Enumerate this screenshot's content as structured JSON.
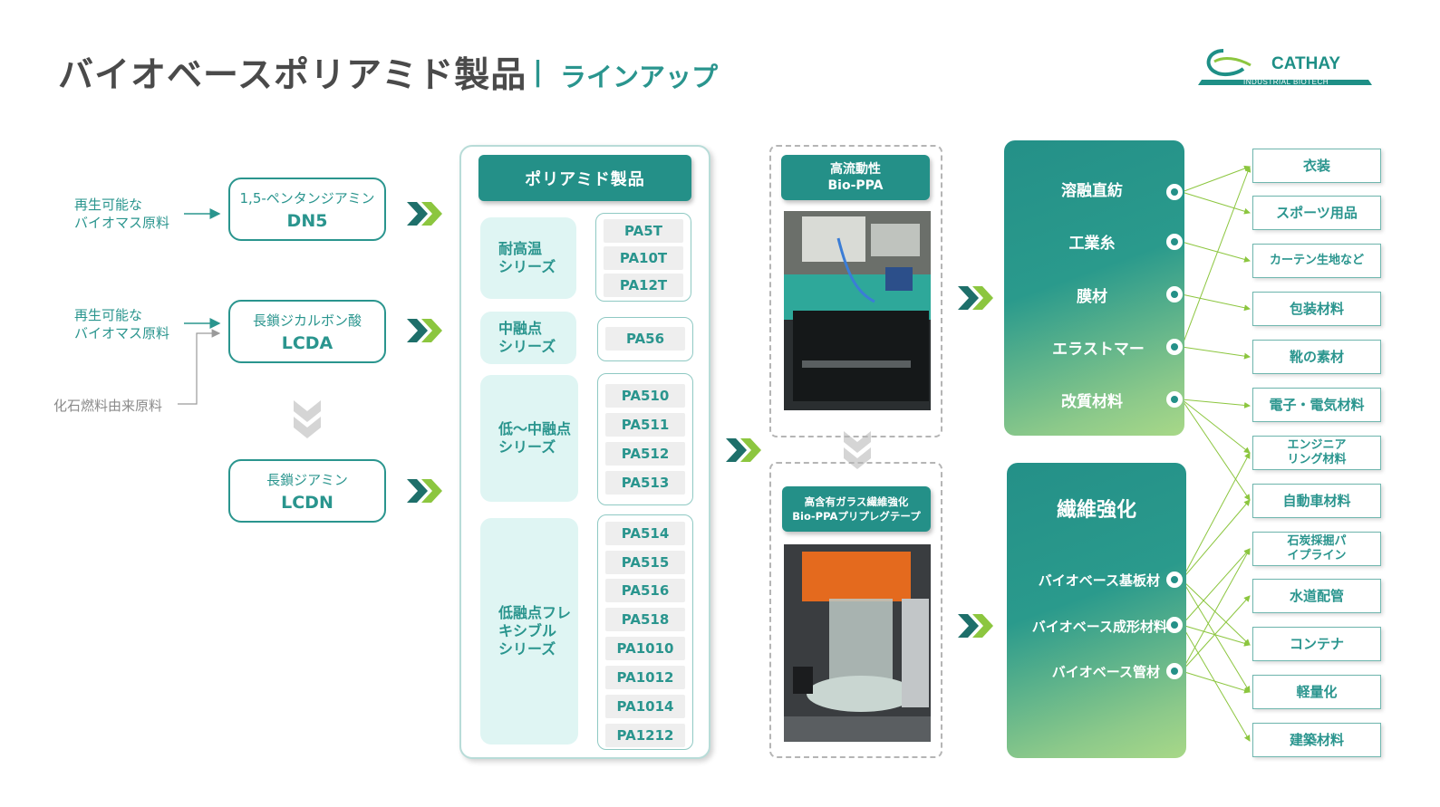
{
  "header": {
    "title": "バイオベースポリアミド製品",
    "separator": "|",
    "subtitle": "ラインアップ",
    "logo_name": "CATHAY",
    "logo_tagline": "INDUSTRIAL BIOTECH"
  },
  "sources": {
    "renewable_1": "再生可能な\nバイオマス原料",
    "renewable_2": "再生可能な\nバイオマス原料",
    "fossil": "化石燃料由来原料"
  },
  "monomers": [
    {
      "line1": "1,5-ペンタンジアミン",
      "line2": "DN5"
    },
    {
      "line1": "長鎖ジカルボン酸",
      "line2": "LCDA"
    },
    {
      "line1": "長鎖ジアミン",
      "line2": "LCDN"
    }
  ],
  "polyamide": {
    "header": "ポリアミド製品",
    "series": [
      {
        "name": "耐高温\nシリーズ",
        "items": [
          "PA5T",
          "PA10T",
          "PA12T"
        ]
      },
      {
        "name": "中融点\nシリーズ",
        "items": [
          "PA56"
        ]
      },
      {
        "name": "低～中融点\nシリーズ",
        "items": [
          "PA510",
          "PA511",
          "PA512",
          "PA513"
        ]
      },
      {
        "name": "低融点フレ\nキシブル\nシリーズ",
        "items": [
          "PA514",
          "PA515",
          "PA516",
          "PA518",
          "PA1010",
          "PA1012",
          "PA1014",
          "PA1212"
        ]
      }
    ]
  },
  "products": {
    "top_header": "高流動性\nBio-PPA",
    "bottom_header": "高含有ガラス繊維強化\nBio-PPAプリプレグテープ"
  },
  "applications_top": [
    "溶融直紡",
    "工業糸",
    "膜材",
    "エラストマー",
    "改質材料"
  ],
  "applications_bottom": {
    "title": "繊維強化",
    "items": [
      "バイオベース基板材",
      "バイオベース成形材料",
      "バイオベース管材"
    ]
  },
  "end_uses": [
    "衣装",
    "スポーツ用品",
    "カーテン生地など",
    "包装材料",
    "靴の素材",
    "電子・電気材料",
    "エンジニア\nリング材料",
    "自動車材料",
    "石炭採掘パ\nイプライン",
    "水道配管",
    "コンテナ",
    "軽量化",
    "建築材料"
  ],
  "colors": {
    "teal": "#249088",
    "green": "#8cc63f",
    "light_teal": "#dff5f3"
  }
}
